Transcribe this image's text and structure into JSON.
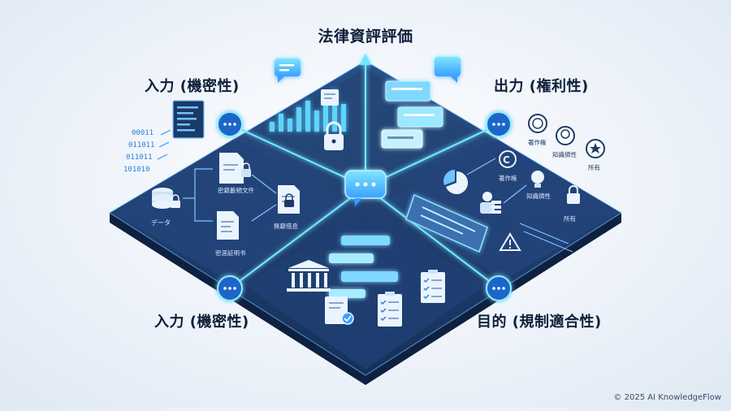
{
  "title": "法律資評評価",
  "quadrants": {
    "top_left": "入力 (機密性)",
    "top_right": "出力 (権利性)",
    "bottom_left": "入力 (機密性)",
    "bottom_right": "目的 (規制適合性)"
  },
  "input_panel": {
    "data_label": "データ",
    "file1_label": "密籍籔頻文件",
    "file2_label": "密涯証明书",
    "file3_label": "無籍借息"
  },
  "output_panel": {
    "copyright": "著作権",
    "ip": "知識擠性",
    "ownership": "所有"
  },
  "side_rights": {
    "copyright": "著作権",
    "ip": "知識擠性",
    "ownership": "所有"
  },
  "binary_lines": [
    "00011",
    "011011",
    "011011",
    "101010"
  ],
  "footer": "© 2025 AI KnowledgeFlow",
  "colors": {
    "platform": "#1d3a66",
    "platform_edge": "#0f2140",
    "glow": "#5fe0ff",
    "accent": "#3aa0ff"
  }
}
